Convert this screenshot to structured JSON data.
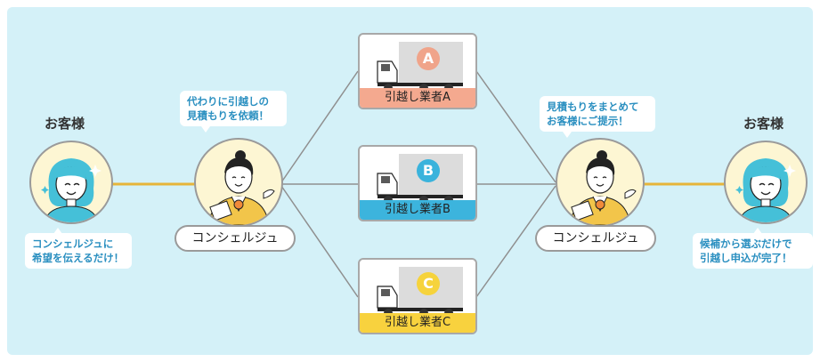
{
  "customer_left": {
    "heading": "お客様",
    "bubble_lines": [
      "コンシェルジュに",
      "希望を伝えるだけ！"
    ]
  },
  "concierge_left": {
    "label": "コンシェルジュ",
    "bubble_lines": [
      "代わりに引越しの",
      "見積もりを依頼！"
    ]
  },
  "movers": [
    {
      "badge": "A",
      "label": "引越し業者A",
      "color": "#f0a48a",
      "caption_bg": "#f4a98f"
    },
    {
      "badge": "B",
      "label": "引越し業者B",
      "color": "#3ab3dc",
      "caption_bg": "#3cb4dd"
    },
    {
      "badge": "C",
      "label": "引越し業者C",
      "color": "#f6d33c",
      "caption_bg": "#f8d23e"
    }
  ],
  "concierge_right": {
    "label": "コンシェルジュ",
    "bubble_lines": [
      "見積もりをまとめて",
      "お客様にご提示！"
    ]
  },
  "customer_right": {
    "heading": "お客様",
    "bubble_lines": [
      "候補から選ぶだけで",
      "引越し申込が完了！"
    ]
  },
  "colors": {
    "background": "#d4f1f8",
    "connector_gold": "#e6b53a",
    "connector_gray": "#8f8f8f",
    "bubble_text": "#2a8fc0"
  }
}
